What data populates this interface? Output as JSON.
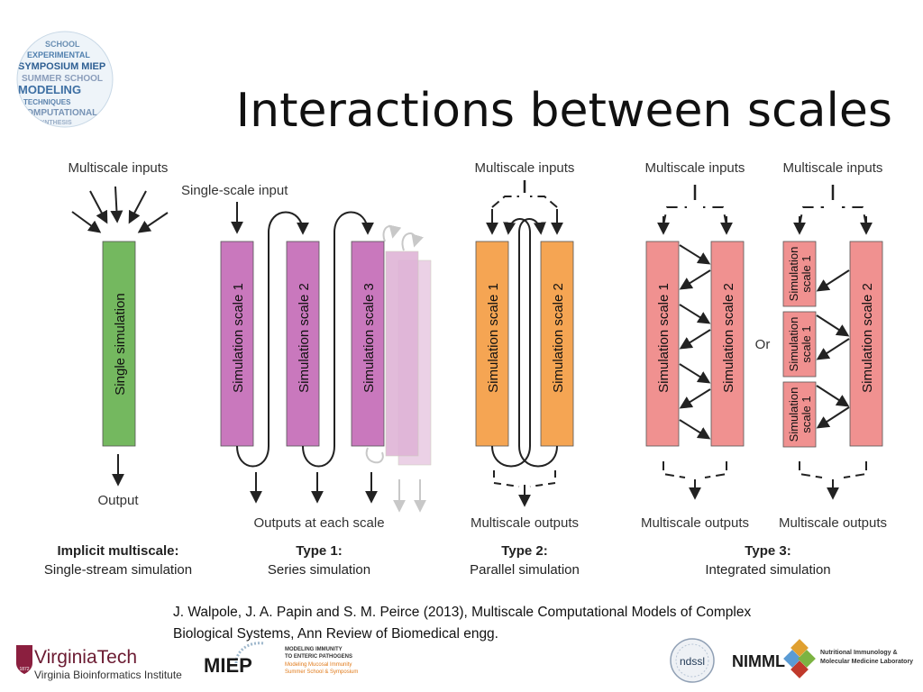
{
  "slide": {
    "title": "Interactions between scales",
    "badge_words": [
      "SCHOOL",
      "EXPERIMENTAL",
      "SYMPOSIUM MIEP",
      "SUMMER SCHOOL",
      "MODELING",
      "TECHNIQUES",
      "COMPUTATIONAL",
      "SYNTHESIS"
    ]
  },
  "diagram": {
    "panel_implicit": {
      "input_label": "Multiscale inputs",
      "sim_label": "Single simulation",
      "output_label": "Output",
      "caption_bold": "Implicit multiscale:",
      "caption": "Single-stream simulation",
      "color": "#74b85f"
    },
    "panel_type1": {
      "input_label": "Single-scale input",
      "scale_labels": [
        "Simulation scale 1",
        "Simulation scale 2",
        "Simulation scale 3"
      ],
      "output_label": "Outputs at each scale",
      "caption_bold": "Type 1:",
      "caption": "Series simulation",
      "color": "#c978bd"
    },
    "panel_type2": {
      "input_label": "Multiscale inputs",
      "scale_labels": [
        "Simulation scale 1",
        "Simulation scale 2"
      ],
      "output_label": "Multiscale outputs",
      "caption_bold": "Type 2:",
      "caption": "Parallel simulation",
      "color": "#f5a553"
    },
    "panel_type3": {
      "input_label_a": "Multiscale inputs",
      "input_label_b": "Multiscale inputs",
      "scale_labels": [
        "Simulation scale 1",
        "Simulation scale 2"
      ],
      "small_scale_lines": [
        "Simulation",
        "scale 1"
      ],
      "or_label": "Or",
      "output_label_a": "Multiscale outputs",
      "output_label_b": "Multiscale outputs",
      "caption_bold": "Type 3:",
      "caption": "Integrated simulation",
      "color": "#f09190"
    }
  },
  "citation": {
    "line1": "J. Walpole, J. A. Papin and S. M. Peirce (2013), Multiscale Computational Models of Complex",
    "line2": "Biological Systems, Ann Review of Biomedical engg."
  },
  "logos": {
    "vt_name": "VirginiaTech",
    "vt_sub": "Virginia Bioinformatics Institute",
    "vt_year": "1872",
    "miep_name": "MIEP",
    "miep_line1": "MODELING IMMUNITY",
    "miep_line2": "TO ENTERIC PATHOGENS",
    "miep_line3": "Modeling Mucosal Immunity",
    "miep_line4": "Summer School & Symposium",
    "ndssl": "ndssl",
    "nimml": "NIMML",
    "nimml_line1": "Nutritional Immunology &",
    "nimml_line2": "Molecular Medicine Laboratory"
  }
}
